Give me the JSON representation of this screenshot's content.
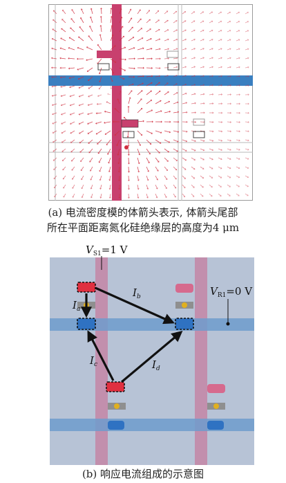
{
  "figure": {
    "panel_a": {
      "caption_line1": "(a) 电流密度模的体箭头表示, 体箭头尾部",
      "caption_line2": "所在平面距离氮化硅绝缘层的高度为4 μm"
    },
    "panel_b": {
      "caption": "(b) 响应电流组成的示意图",
      "label_vs1": "V",
      "label_vs1_sub": "S1",
      "label_vs1_value": "=1 V",
      "label_vr1": "V",
      "label_vr1_sub": "R1",
      "label_vr1_value": "=0 V",
      "current_a": "I",
      "current_a_sub": "a",
      "current_b": "I",
      "current_b_sub": "b",
      "current_c": "I",
      "current_c_sub": "c",
      "current_d": "I",
      "current_d_sub": "d"
    },
    "colors": {
      "pink_electrode": "#c8406e",
      "blue_electrode": "#3a7fc0",
      "arrow_red": "#c8303a",
      "panel_b_bg": "#b7c3d6",
      "red_pad": "#e03040",
      "blue_pad": "#2f72c2"
    }
  }
}
